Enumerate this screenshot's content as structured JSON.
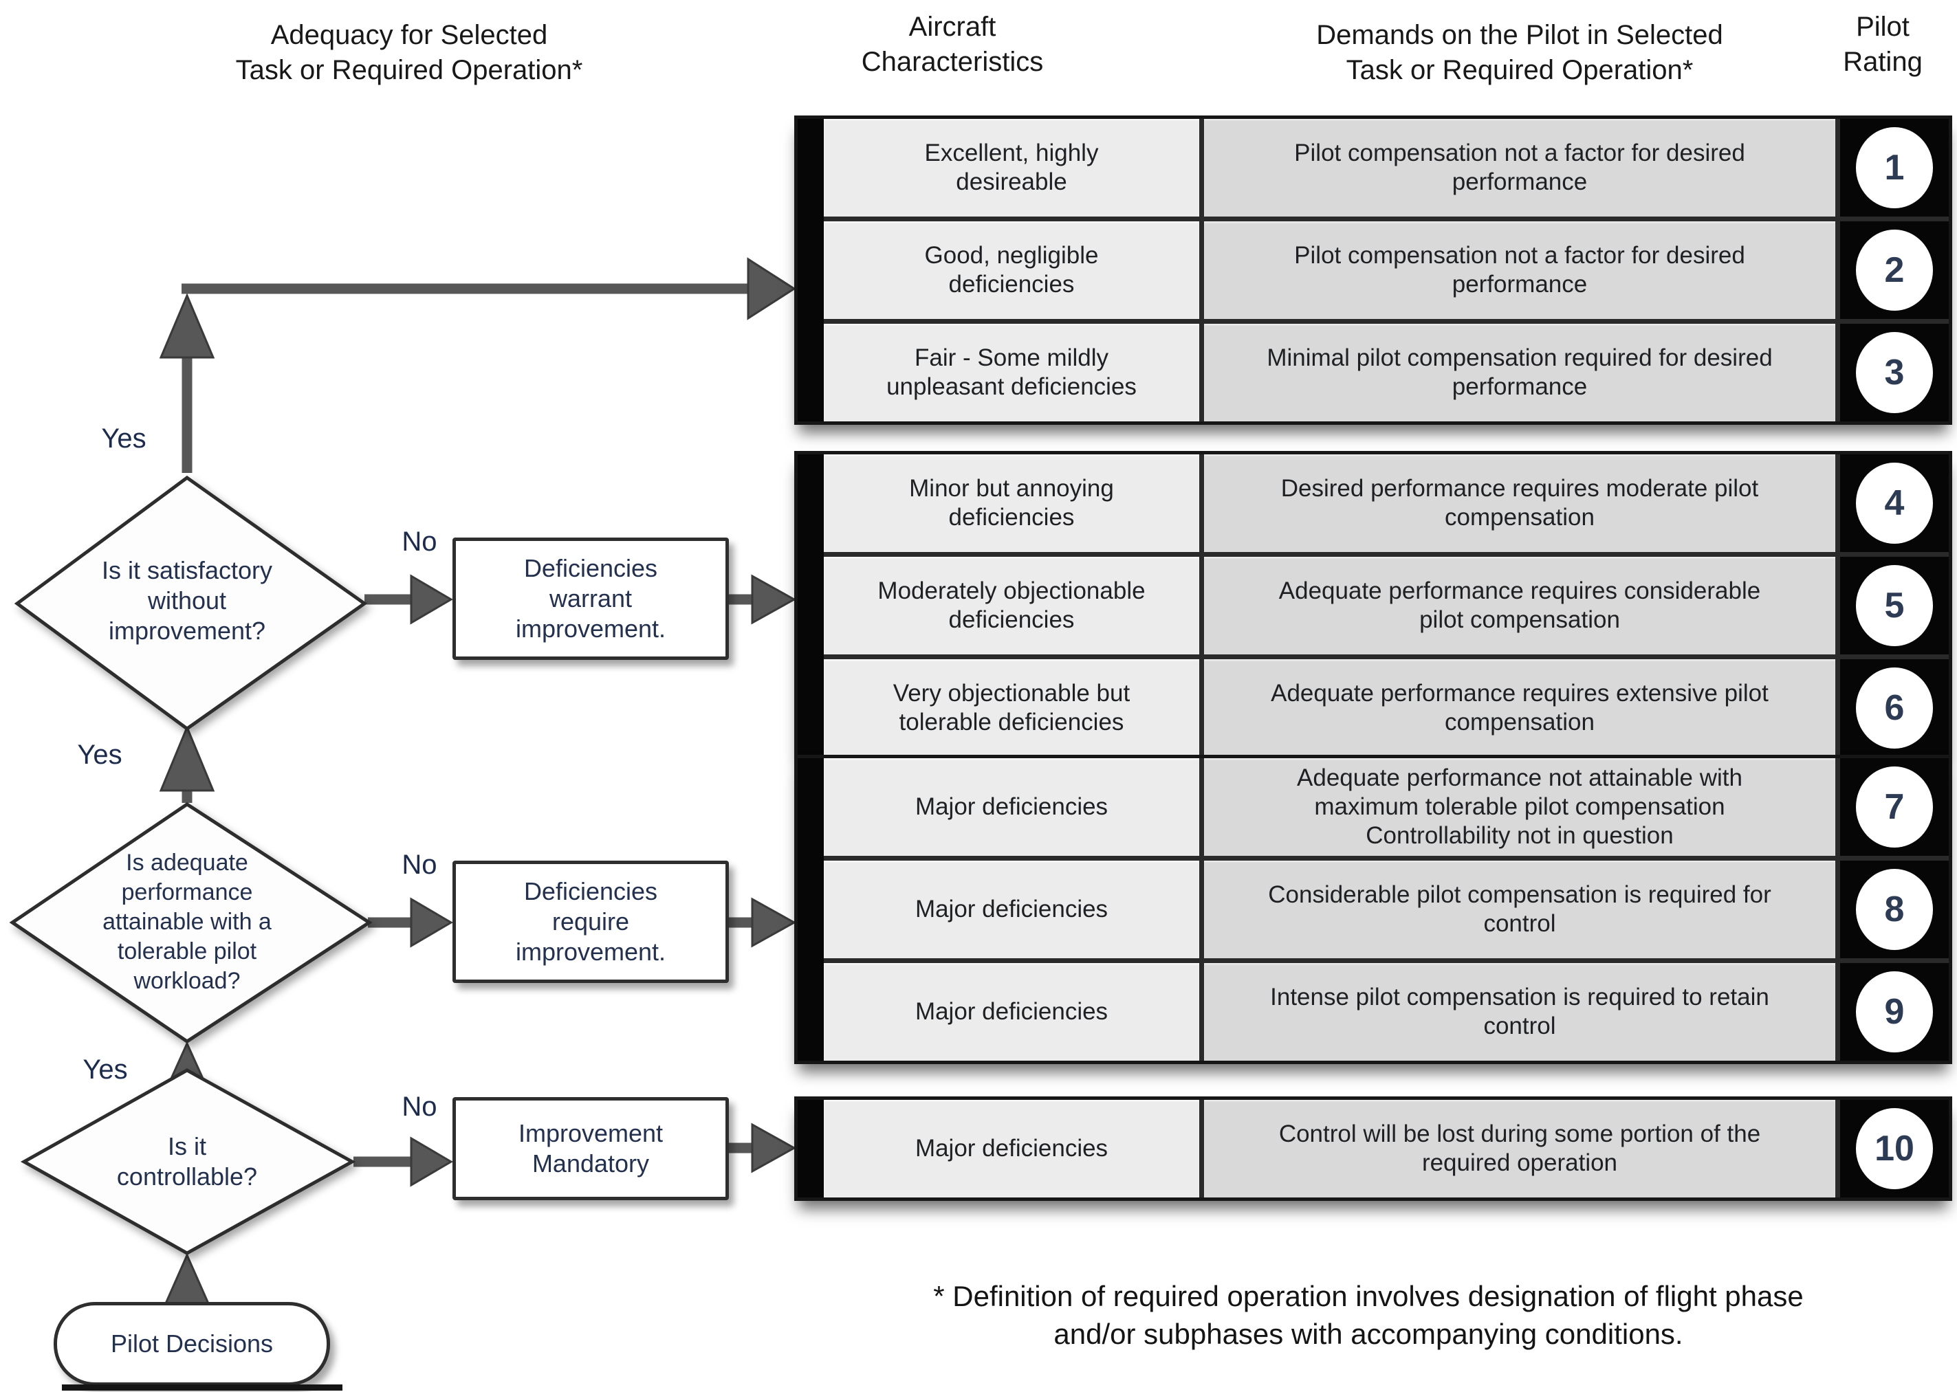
{
  "headers": {
    "adequacy": "Adequacy for Selected\nTask or Required Operation*",
    "aircraft": "Aircraft\nCharacteristics",
    "demands": "Demands on the Pilot in Selected\nTask or Required Operation*",
    "pilot_rating": "Pilot\nRating"
  },
  "flowchart": {
    "yes_label": "Yes",
    "no_label": "No",
    "diamonds": [
      {
        "question": "Is it satisfactory\nwithout\nimprovement?"
      },
      {
        "question": "Is adequate\nperformance\nattainable with a\ntolerable pilot\nworkload?"
      },
      {
        "question": "Is it\ncontrollable?"
      }
    ],
    "boxes": [
      {
        "label": "Deficiencies\nwarrant\nimprovement."
      },
      {
        "label": "Deficiencies\nrequire\nimprovement."
      },
      {
        "label": "Improvement\nMandatory"
      }
    ],
    "terminal": {
      "label": "Pilot Decisions"
    }
  },
  "table": {
    "blocks": [
      {
        "rows": [
          {
            "characteristics": "Excellent, highly\ndesireable",
            "demands": "Pilot compensation not a factor for desired\nperformance",
            "rating": "1"
          },
          {
            "characteristics": "Good, negligible\ndeficiencies",
            "demands": "Pilot compensation not a factor for desired\nperformance",
            "rating": "2"
          },
          {
            "characteristics": "Fair - Some mildly\nunpleasant deficiencies",
            "demands": "Minimal pilot compensation required for desired\nperformance",
            "rating": "3"
          }
        ]
      },
      {
        "rows": [
          {
            "characteristics": "Minor but annoying\ndeficiencies",
            "demands": "Desired performance requires moderate pilot\ncompensation",
            "rating": "4"
          },
          {
            "characteristics": "Moderately objectionable\ndeficiencies",
            "demands": "Adequate performance requires considerable\npilot compensation",
            "rating": "5"
          },
          {
            "characteristics": "Very objectionable but\ntolerable deficiencies",
            "demands": "Adequate performance requires extensive pilot\ncompensation",
            "rating": "6"
          }
        ]
      },
      {
        "rows": [
          {
            "characteristics": "Major deficiencies",
            "demands": "Adequate performance not attainable with\nmaximum tolerable pilot compensation\nControllability not in question",
            "rating": "7"
          },
          {
            "characteristics": "Major deficiencies",
            "demands": "Considerable pilot compensation is required for\ncontrol",
            "rating": "8"
          },
          {
            "characteristics": "Major deficiencies",
            "demands": "Intense pilot compensation is required to retain\ncontrol",
            "rating": "9"
          }
        ]
      },
      {
        "rows": [
          {
            "characteristics": "Major deficiencies",
            "demands": "Control will be lost during some portion of the\nrequired operation",
            "rating": "10"
          }
        ]
      }
    ]
  },
  "footnote": "* Definition of required operation involves designation of flight phase\nand/or subphases with accompanying conditions."
}
